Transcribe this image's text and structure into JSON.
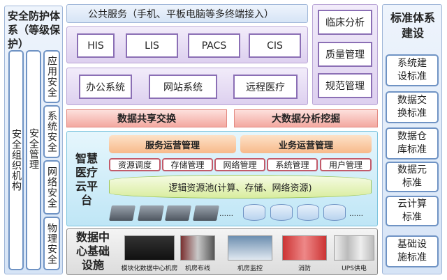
{
  "security": {
    "title": "安全防护体系（等级保护）",
    "org": "安全组织机构",
    "mgmt": "安全管理",
    "items": [
      "应用安全",
      "系统安全",
      "网络安全",
      "物理安全"
    ]
  },
  "public_service": "公共服务（手机、平板电脑等多终端接入）",
  "apps": [
    "HIS",
    "LIS",
    "PACS",
    "CIS"
  ],
  "office": [
    "办公系统",
    "网站系统",
    "远程医疗"
  ],
  "analysis": [
    "临床分析",
    "质量管理",
    "规范管理"
  ],
  "exchange": "数据共享交换",
  "bigdata": "大数据分析挖掘",
  "cloud": {
    "title": "智慧医疗云平台",
    "ops": [
      "服务运营管理",
      "业务运营管理"
    ],
    "mgmt": [
      "资源调度",
      "存储管理",
      "网络管理",
      "系统管理",
      "用户管理"
    ],
    "pool": "逻辑资源池(计算、存储、网络资源)",
    "ellipsis": "……"
  },
  "datacenter": {
    "title": "数据中心基础设施",
    "items": [
      "模块化数据中心机房",
      "机房布线",
      "机房监控",
      "消防",
      "UPS供电"
    ]
  },
  "standards": {
    "title": "标准体系建设",
    "items": [
      "系统建设标准",
      "数据交换标准",
      "数据仓库标准",
      "数据元标准",
      "云计算标准",
      "基础设施标准"
    ]
  }
}
